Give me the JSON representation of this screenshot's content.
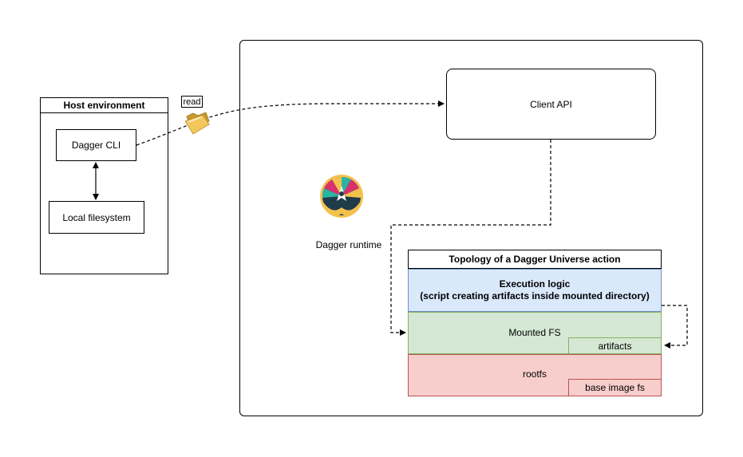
{
  "host": {
    "title": "Host environment",
    "dagger_cli": "Dagger CLI",
    "local_fs": "Local filesystem"
  },
  "read_label": "read",
  "client_api": "Client API",
  "runtime": {
    "label": "Dagger runtime"
  },
  "topology": {
    "title": "Topology of a Dagger Universe action",
    "execution_line1": "Execution logic",
    "execution_line2": "(script creating artifacts inside mounted directory)",
    "mounted_fs": "Mounted FS",
    "artifacts": "artifacts",
    "rootfs": "rootfs",
    "base_image": "base image fs"
  },
  "colors": {
    "execution_fill": "#dae8fc",
    "execution_stroke": "#6c8ebf",
    "mounted_fill": "#d5e8d4",
    "mounted_stroke": "#82b366",
    "rootfs_fill": "#f8cecc",
    "rootfs_stroke": "#b85450",
    "folder": "#e8b84a"
  },
  "icons": {
    "folder": "folder-icon",
    "logo": "dagger-logo-icon"
  }
}
